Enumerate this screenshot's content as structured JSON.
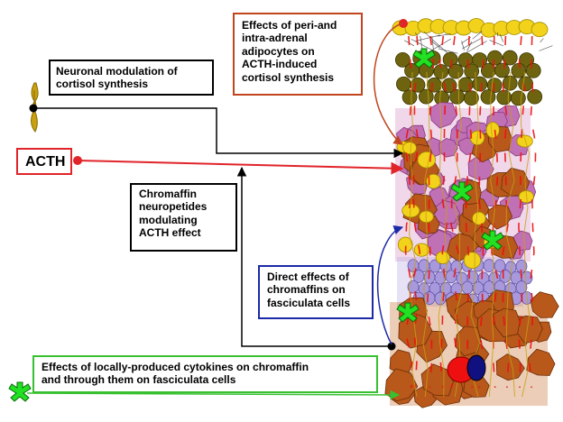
{
  "labels": {
    "neuronal": [
      "Neuronal modulation of",
      "cortisol synthesis"
    ],
    "periadrenal": [
      "Effects of peri-and",
      "intra-adrenal",
      "adipocytes on",
      "ACTH-induced",
      "cortisol synthesis"
    ],
    "acth": "ACTH",
    "chromaffin": [
      "Chromaffin",
      "neuropetides",
      "modulating",
      "ACTH effect"
    ],
    "direct": [
      "Direct effects of",
      "chromaffins on",
      "fasciculata cells"
    ],
    "cytokines": [
      "Effects of locally-produced cytokines on chromaffin",
      "and through them on fasciculata cells"
    ]
  },
  "colors": {
    "neuronal_arrow": "#000000",
    "acth_arrow": "#e0242a",
    "periadrenal_arrow": "#c0441e",
    "chromaffin_arrow": "#000000",
    "direct_arrow": "#1c2aa8",
    "cytokines_arrow": "#38c030",
    "adipocyte_yellow": "#f2d21a",
    "fasciculata_pink": "#c070b4",
    "fasciculata_brown": "#b8581a",
    "chromaffin_lilac": "#a898dc",
    "glomerulosa_olive": "#6e6410",
    "cytokine_green": "#22e022",
    "vessel_red": "#ee1010",
    "vein_blue": "#101080"
  },
  "icons": [
    "neuron-icon",
    "cytokine-icon",
    "adrenal-cortex-column"
  ]
}
